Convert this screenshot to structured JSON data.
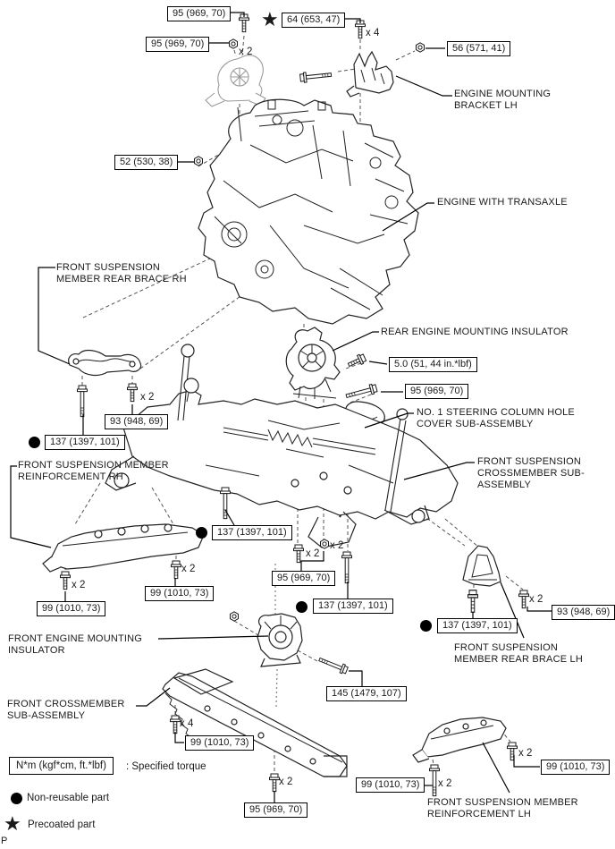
{
  "page_marker": "P",
  "icons": {
    "star": "★"
  },
  "legend": {
    "torque_box": "N*m (kgf*cm, ft.*lbf)",
    "torque_desc": ": Specified torque",
    "non_reusable": "Non-reusable part",
    "precoated": "Precoated part"
  },
  "diagram": {
    "part_labels": [
      {
        "id": "engine-mounting-bracket-lh",
        "text": "ENGINE MOUNTING\nBRACKET LH"
      },
      {
        "id": "engine-with-transaxle",
        "text": "ENGINE WITH TRANSAXLE"
      },
      {
        "id": "front-suspension-member-rear-brace-rh",
        "text": "FRONT SUSPENSION\nMEMBER REAR BRACE RH"
      },
      {
        "id": "rear-engine-mounting-insulator",
        "text": "REAR ENGINE MOUNTING INSULATOR"
      },
      {
        "id": "no1-steering-column-hole-cover",
        "text": "NO. 1 STEERING COLUMN HOLE\nCOVER SUB-ASSEMBLY"
      },
      {
        "id": "front-suspension-member-reinforcement-rh",
        "text": "FRONT SUSPENSION MEMBER\nREINFORCEMENT RH"
      },
      {
        "id": "front-suspension-crossmember-sub-assembly",
        "text": "FRONT SUSPENSION\nCROSSMEMBER SUB-\nASSEMBLY"
      },
      {
        "id": "front-engine-mounting-insulator",
        "text": "FRONT ENGINE MOUNTING\nINSULATOR"
      },
      {
        "id": "front-crossmember-sub-assembly",
        "text": "FRONT CROSSMEMBER\nSUB-ASSEMBLY"
      },
      {
        "id": "front-suspension-member-rear-brace-lh",
        "text": "FRONT SUSPENSION\nMEMBER REAR BRACE LH"
      },
      {
        "id": "front-suspension-member-reinforcement-lh",
        "text": "FRONT SUSPENSION MEMBER\nREINFORCEMENT LH"
      }
    ],
    "torque_labels": [
      {
        "text": "95 (969, 70)",
        "marker": "none"
      },
      {
        "text": "95 (969, 70)",
        "marker": "none"
      },
      {
        "text": "64 (653, 47)",
        "marker": "precoated"
      },
      {
        "text": "56 (571, 41)",
        "marker": "none"
      },
      {
        "text": "52 (530, 38)",
        "marker": "none"
      },
      {
        "text": "5.0 (51, 44 in.*lbf)",
        "marker": "none"
      },
      {
        "text": "95 (969, 70)",
        "marker": "none"
      },
      {
        "text": "93 (948, 69)",
        "marker": "none"
      },
      {
        "text": "137 (1397, 101)",
        "marker": "non-reusable"
      },
      {
        "text": "137 (1397, 101)",
        "marker": "non-reusable"
      },
      {
        "text": "95 (969, 70)",
        "marker": "none"
      },
      {
        "text": "137 (1397, 101)",
        "marker": "non-reusable"
      },
      {
        "text": "99 (1010, 73)",
        "marker": "none"
      },
      {
        "text": "99 (1010, 73)",
        "marker": "none"
      },
      {
        "text": "93 (948, 69)",
        "marker": "none"
      },
      {
        "text": "137 (1397, 101)",
        "marker": "non-reusable"
      },
      {
        "text": "145 (1479, 107)",
        "marker": "none"
      },
      {
        "text": "99 (1010, 73)",
        "marker": "none"
      },
      {
        "text": "95 (969, 70)",
        "marker": "none"
      },
      {
        "text": "99 (1010, 73)",
        "marker": "none"
      },
      {
        "text": "99 (1010, 73)",
        "marker": "none"
      }
    ],
    "qty_markers": [
      "x 2",
      "x 4",
      "x 2",
      "x 2",
      "x 2",
      "x 2",
      "x 2",
      "x 2",
      "x 4",
      "x 2",
      "x 2",
      "x 2"
    ]
  }
}
